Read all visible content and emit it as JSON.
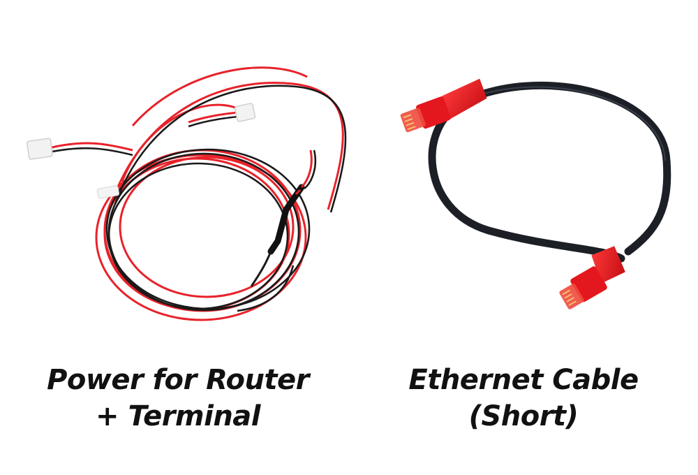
{
  "captions": {
    "left": {
      "line1": "Power for Router",
      "line2": "+ Terminal"
    },
    "right": {
      "line1": "Ethernet Cable",
      "line2": "(Short)"
    }
  },
  "colors": {
    "background": "#ffffff",
    "wire_red": "#e8222a",
    "wire_black": "#1a1a1a",
    "connector_red": "#e3171d",
    "connector_white": "#f2f2f2",
    "cable_black": "#1c1f26",
    "text": "#111111"
  }
}
